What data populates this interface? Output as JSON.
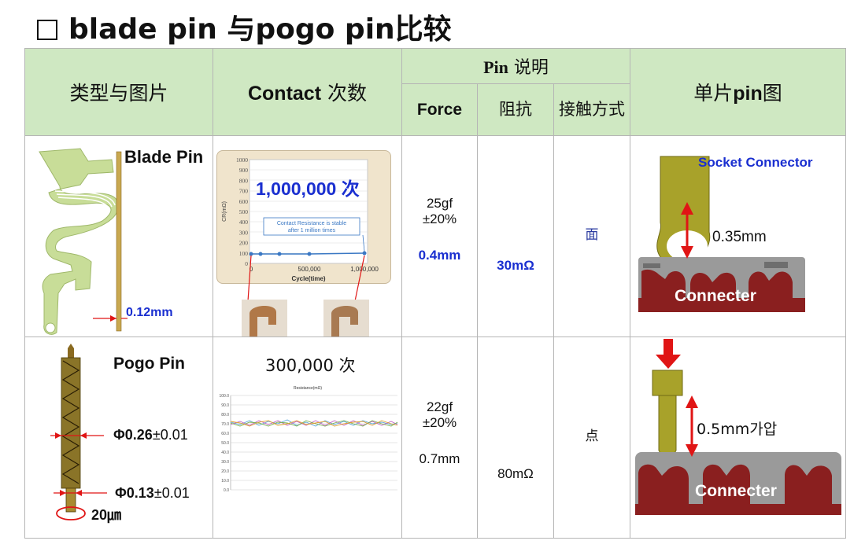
{
  "title": "blade pin 与pogo pin比较",
  "headers": {
    "type_image": "类型与图片",
    "contact_bold": "Contact",
    "contact_rest": " 次数",
    "pin_bold": "Pin",
    "pin_rest": " 说明",
    "force": "Force",
    "resistance": "阻抗",
    "contact_method": "接触方式",
    "single_pin_bold": "pin",
    "single_pin_pre": "单片",
    "single_pin_post": "图"
  },
  "rows": [
    {
      "name": "Blade Pin",
      "thickness": "0.12mm",
      "cycles": "1,000,000 次",
      "chart_note_1": "Contact Resistance is stable",
      "chart_note_2": "after 1 million times",
      "chart_yticks": [
        "1000",
        "900",
        "800",
        "700",
        "600",
        "500",
        "400",
        "300",
        "200",
        "100",
        "0"
      ],
      "chart_ylabel": "CR(mΩ)",
      "chart_xticks": [
        "0",
        "500,000",
        "1,000,000"
      ],
      "chart_xlabel": "Cycle(time)",
      "force": "25gf",
      "tolerance": "±20%",
      "travel": "0.4mm",
      "resistance": "30mΩ",
      "contact": "面",
      "diagram_label": "Socket Connector",
      "diagram_gap": "0.35mm",
      "diagram_base": "Connecter"
    },
    {
      "name": "Pogo Pin",
      "dia1": "Φ0.26",
      "dia1_tol": "±0.01",
      "dia2": "Φ0.13",
      "dia2_tol": "±0.01",
      "tip": "20㎛",
      "cycles": "300,000 次",
      "chart_title": "Resistance(mΩ)",
      "chart_yticks": [
        "100.0",
        "90.0",
        "80.0",
        "70.0",
        "60.0",
        "50.0",
        "40.0",
        "30.0",
        "20.0",
        "10.0",
        "0.0"
      ],
      "force": "22gf",
      "tolerance": "±20%",
      "travel": "0.7mm",
      "resistance": "80mΩ",
      "contact": "点",
      "diagram_gap": "0.5mm가압",
      "diagram_base": "Connecter"
    }
  ],
  "colors": {
    "header_bg": "#cfe8c2",
    "pin_green": "#c8dd98",
    "gold": "#b8a43a",
    "connector_grey": "#9a9a9a",
    "connector_red": "#8a1f1f",
    "arrow_red": "#e01515",
    "label_blue": "#1a2fd0"
  }
}
